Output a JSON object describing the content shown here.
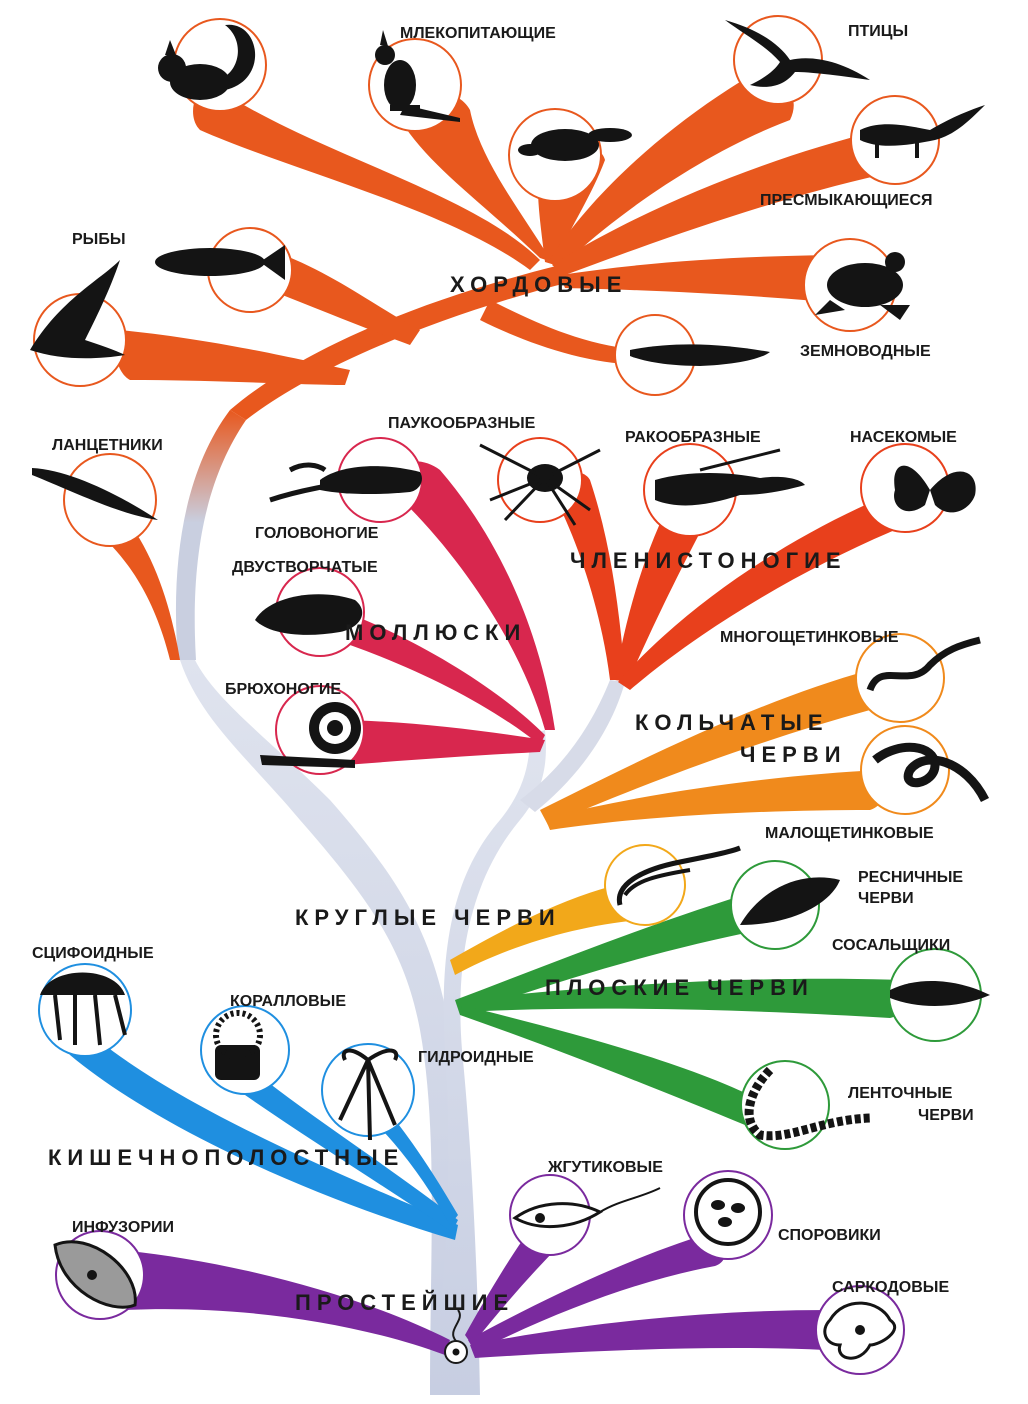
{
  "colors": {
    "chordates": "#e8581e",
    "mollusks": "#d8274e",
    "arthropods": "#e8401c",
    "annelids": "#f08a1c",
    "roundworms": "#f2a81a",
    "flatworms": "#2e9a3a",
    "cnidarians": "#1f8fe0",
    "protozoa": "#7a2a9e",
    "trunk": "#c9cfe0"
  },
  "groups": {
    "chordates": "ХОРДОВЫЕ",
    "mollusks": "МОЛЛЮСКИ",
    "arthropods": "ЧЛЕНИСТОНОГИЕ",
    "annelids_1": "КОЛЬЧАТЫЕ",
    "annelids_2": "ЧЕРВИ",
    "roundworms": "КРУГЛЫЕ ЧЕРВИ",
    "flatworms": "ПЛОСКИЕ ЧЕРВИ",
    "cnidarians": "КИШЕЧНОПОЛОСТНЫЕ",
    "protozoa": "ПРОСТЕЙШИЕ"
  },
  "labels": {
    "mammals": "МЛЕКОПИТАЮЩИЕ",
    "birds": "ПТИЦЫ",
    "reptiles": "ПРЕСМЫКАЮЩИЕСЯ",
    "fish": "РЫБЫ",
    "amphibians": "ЗЕМНОВОДНЫЕ",
    "lancelets": "ЛАНЦЕТНИКИ",
    "arachnids": "ПАУКООБРАЗНЫЕ",
    "crustaceans": "РАКООБРАЗНЫЕ",
    "insects": "НАСЕКОМЫЕ",
    "cephalopods": "ГОЛОВОНОГИЕ",
    "bivalves": "ДВУСТВОРЧАТЫЕ",
    "gastropods": "БРЮХОНОГИЕ",
    "polychaetes": "МНОГОЩЕТИНКОВЫЕ",
    "oligochaetes": "МАЛОЩЕТИНКОВЫЕ",
    "ciliated_1": "РЕСНИЧНЫЕ",
    "ciliated_2": "ЧЕРВИ",
    "flukes": "СОСАЛЬЩИКИ",
    "tapeworms_1": "ЛЕНТОЧНЫЕ",
    "tapeworms_2": "ЧЕРВИ",
    "scyphozoa": "СЦИФОИДНЫЕ",
    "corals": "КОРАЛЛОВЫЕ",
    "hydrozoa": "ГИДРОИДНЫЕ",
    "flagellates": "ЖГУТИКОВЫЕ",
    "infusoria": "ИНФУЗОРИИ",
    "sporozoa": "СПОРОВИКИ",
    "sarcodina": "САРКОДОВЫЕ"
  },
  "icons": {
    "squirrel": "squirrel-icon",
    "kangaroo": "kangaroo-icon",
    "platypus": "platypus-icon",
    "swallow": "bird-icon",
    "lizard": "lizard-icon",
    "frog": "frog-icon",
    "salamander": "salamander-icon",
    "fish": "fish-icon",
    "shark": "shark-icon",
    "lancelet": "lancelet-icon",
    "octopus": "octopus-icon",
    "spider": "spider-icon",
    "crayfish": "crayfish-icon",
    "butterfly": "butterfly-icon",
    "clam": "clam-icon",
    "snail": "snail-icon",
    "nereis": "nereis-icon",
    "earthworm": "earthworm-icon",
    "roundworm": "roundworm-icon",
    "planaria": "planaria-icon",
    "fluke": "fluke-icon",
    "tapeworm": "tapeworm-icon",
    "jellyfish": "jellyfish-icon",
    "coral": "coral-icon",
    "hydra": "hydra-icon",
    "euglena": "euglena-icon",
    "paramecium": "paramecium-icon",
    "sporozoan": "sporozoan-icon",
    "amoeba": "amoeba-icon",
    "root_cell": "flagellate-cell-icon"
  }
}
